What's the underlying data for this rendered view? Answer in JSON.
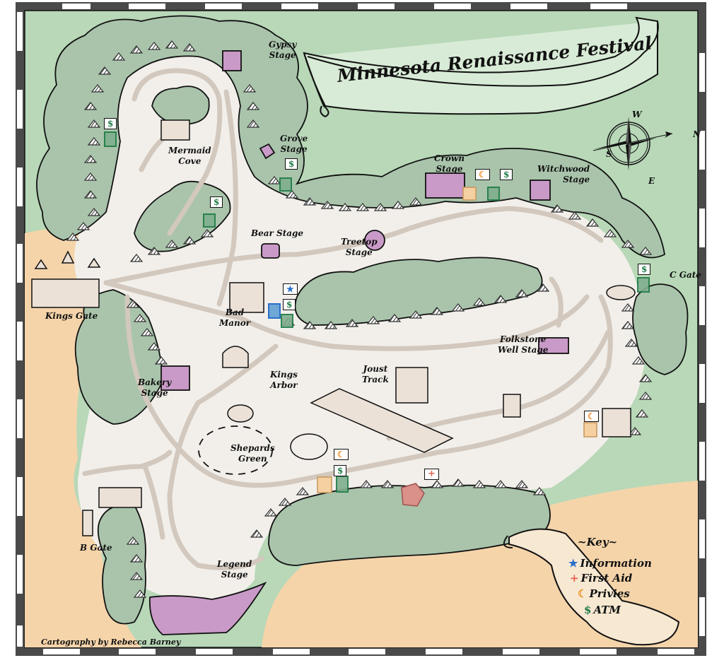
{
  "title": "Minnesota Renaissance Festival",
  "credit": "Cartography by Rebecca Barney",
  "compass": {
    "north": "N",
    "south": "S",
    "east": "E",
    "west": "W"
  },
  "colors": {
    "background_green": "#b8d8b8",
    "forest_green": "#a9c4ab",
    "path_fill": "#f2efea",
    "road_line": "#d2c8bd",
    "sand": "#f5d4aa",
    "stage_purple": "#c99ac7",
    "title_scroll": "#d8ebd6",
    "key_scroll": "#f7e8d2",
    "border_dark": "#4a4a4a",
    "info_blue": "#2a6fc9",
    "first_aid_red": "#e8604c",
    "privies_orange": "#f0932b",
    "atm_green": "#1d7a45"
  },
  "key": {
    "heading": "~Key~",
    "items": [
      {
        "symbol": "★",
        "label": "Information",
        "color": "#2a6fc9"
      },
      {
        "symbol": "+",
        "label": "First Aid",
        "color": "#e8604c"
      },
      {
        "symbol": "☾",
        "label": "Privies",
        "color": "#f0932b"
      },
      {
        "symbol": "$",
        "label": "ATM",
        "color": "#1d7a45"
      }
    ]
  },
  "locations": {
    "gypsy_stage": "Gypsy\nStage",
    "mermaid_cove": "Mermaid\nCove",
    "grove_stage": "Grove\nStage",
    "crown_stage": "Crown\nStage",
    "witchwood_stage": "Witchwood\nStage",
    "bear_stage": "Bear Stage",
    "treetop_stage": "Treetop\nStage",
    "kings_gate": "Kings Gate",
    "bad_manor": "Bad\nManor",
    "c_gate": "C Gate",
    "folkstone_well_stage": "Folkstone\nWell Stage",
    "joust_track": "Joust\nTrack",
    "kings_arbor": "Kings\nArbor",
    "bakery_stage": "Bakery\nStage",
    "shepards_green": "Shepards\nGreen",
    "b_gate": "B Gate",
    "legend_stage": "Legend\nStage"
  },
  "markers": [
    {
      "type": "atm",
      "near": "west-forest",
      "symbol": "$"
    },
    {
      "type": "atm",
      "near": "grove-stage",
      "symbol": "$"
    },
    {
      "type": "atm",
      "near": "central-forest",
      "symbol": "$"
    },
    {
      "type": "privies",
      "near": "crown-stage",
      "symbol": "☾"
    },
    {
      "type": "atm",
      "near": "crown-stage",
      "symbol": "$"
    },
    {
      "type": "information",
      "near": "bad-manor",
      "symbol": "★"
    },
    {
      "type": "atm",
      "near": "bad-manor",
      "symbol": "$"
    },
    {
      "type": "atm",
      "near": "c-gate",
      "symbol": "$"
    },
    {
      "type": "privies",
      "near": "east-houses",
      "symbol": "☾"
    },
    {
      "type": "privies",
      "near": "south-shops",
      "symbol": "☾"
    },
    {
      "type": "atm",
      "near": "south-shops",
      "symbol": "$"
    },
    {
      "type": "first-aid",
      "near": "south-shops",
      "symbol": "+"
    }
  ]
}
